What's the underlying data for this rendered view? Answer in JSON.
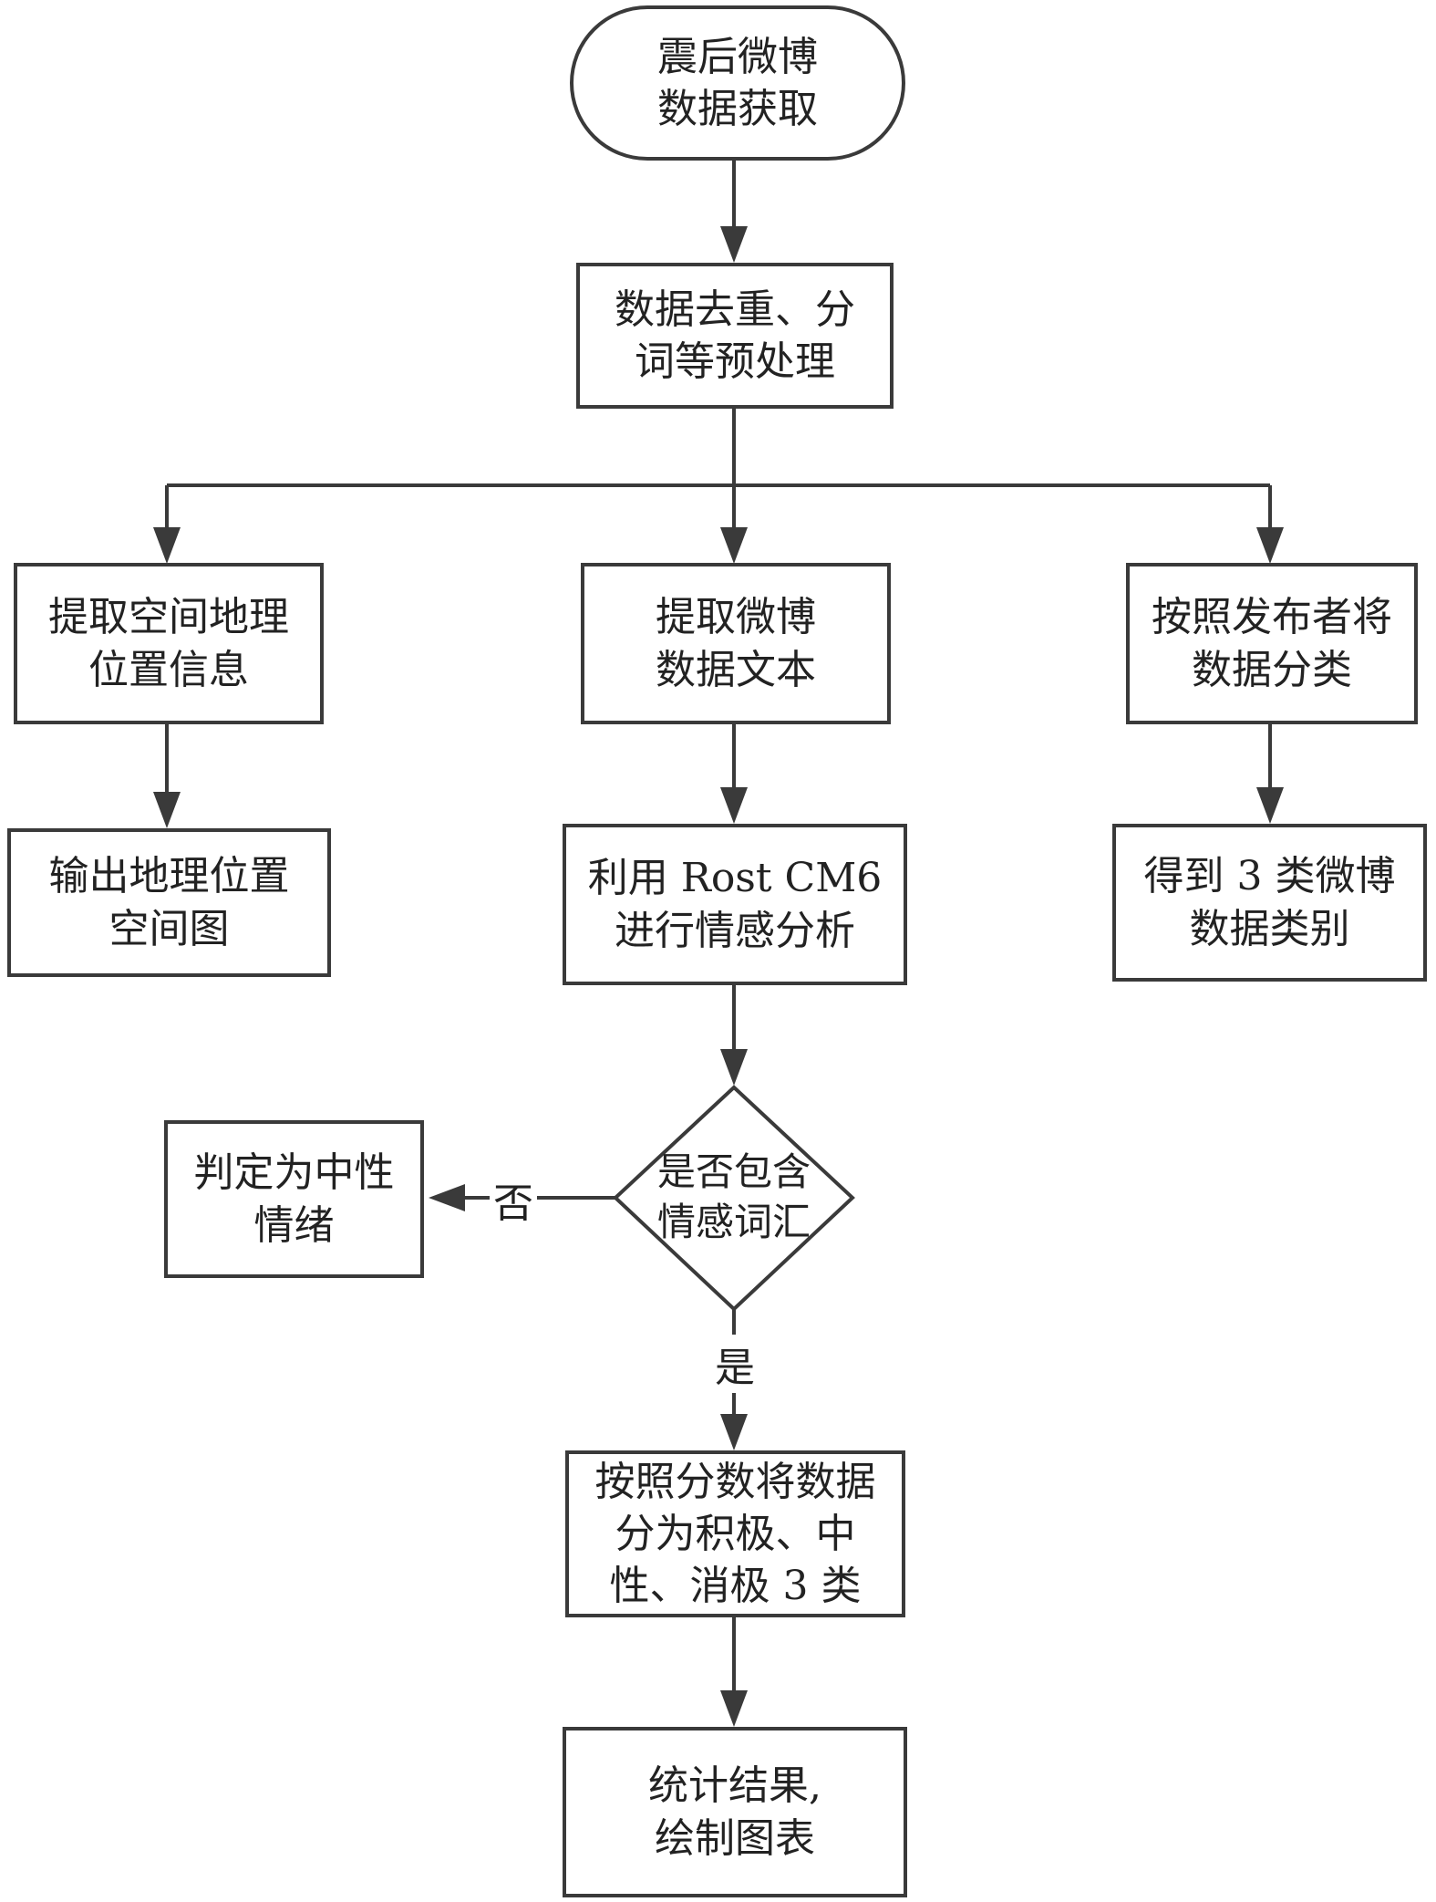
{
  "nodes": {
    "start": {
      "lines": [
        "震后微博",
        "数据获取"
      ]
    },
    "preprocess": {
      "lines": [
        "数据去重、分",
        "词等预处理"
      ]
    },
    "extract_location": {
      "lines": [
        "提取空间地理",
        "位置信息"
      ]
    },
    "extract_text": {
      "lines": [
        "提取微博",
        "数据文本"
      ]
    },
    "classify_publisher": {
      "lines": [
        "按照发布者将",
        "数据分类"
      ]
    },
    "output_map": {
      "lines": [
        "输出地理位置",
        "空间图"
      ]
    },
    "sentiment_analysis": {
      "lines": [
        "利用 Rost CM6",
        "进行情感分析"
      ]
    },
    "three_categories": {
      "lines": [
        "得到 3 类微博",
        "数据类别"
      ]
    },
    "decision": {
      "lines": [
        "是否包含",
        "情感词汇"
      ]
    },
    "neutral": {
      "lines": [
        "判定为中性",
        "情绪"
      ]
    },
    "score_split": {
      "lines": [
        "按照分数将数据",
        "分为积极、中",
        "性、消极 3 类"
      ]
    },
    "statistics": {
      "lines": [
        "统计结果,",
        "绘制图表"
      ]
    }
  },
  "edge_labels": {
    "no": "否",
    "yes": "是"
  },
  "colors": {
    "stroke": "#3a3a3a",
    "text": "#222222",
    "background": "#ffffff"
  }
}
